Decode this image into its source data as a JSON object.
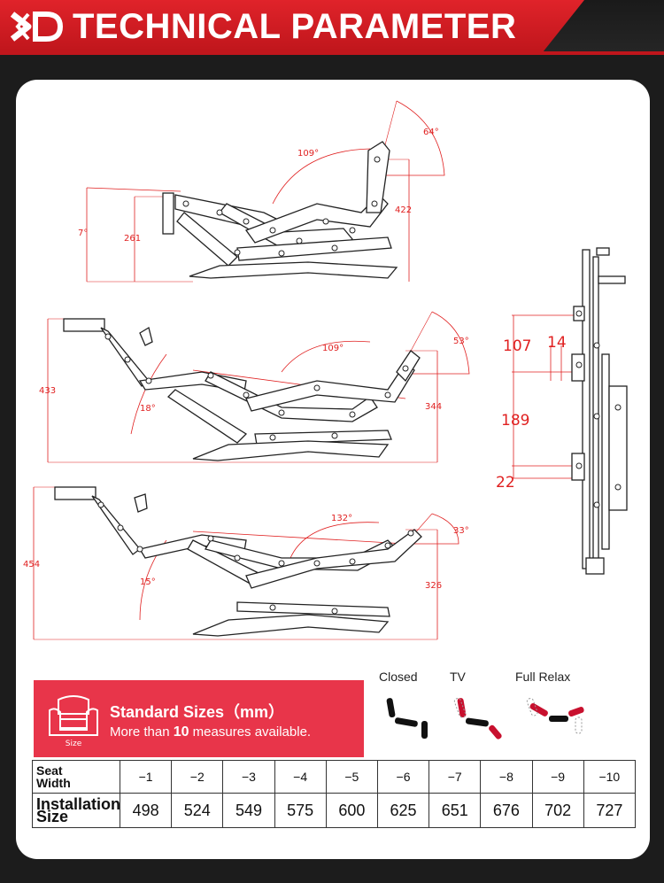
{
  "header": {
    "logo_text": "XD",
    "title": "TECHNICAL PARAMETER"
  },
  "diagram": {
    "mech1": {
      "angle_back": "109°",
      "angle_foot": "64°",
      "angle_tilt": "7°",
      "dim_left": "261",
      "dim_right": "422"
    },
    "mech2": {
      "angle_back": "109°",
      "angle_foot": "53°",
      "angle_tilt": "18°",
      "dim_left": "433",
      "dim_right": "344"
    },
    "mech3": {
      "angle_back": "132°",
      "angle_foot": "33°",
      "angle_tilt": "15°",
      "dim_left": "454",
      "dim_right": "326"
    },
    "side_view": {
      "dim_top": "107",
      "dim_offset": "14",
      "dim_mid": "189",
      "dim_bottom": "22"
    }
  },
  "banner": {
    "icon_label": "Size",
    "heading": "Standard Sizes（mm）",
    "sub_before": "More than ",
    "sub_number": "10",
    "sub_after": " measures available."
  },
  "positions": [
    "Closed",
    "TV",
    "Full Relax"
  ],
  "colors": {
    "accent": "#e8354a",
    "header_red": "#d61e25",
    "dimension": "#e02020"
  },
  "table": {
    "row1_label": [
      "Seat",
      "Width"
    ],
    "row2_label": [
      "Installation",
      "Size"
    ],
    "codes": [
      "−1",
      "−2",
      "−3",
      "−4",
      "−5",
      "−6",
      "−7",
      "−8",
      "−9",
      "−10"
    ],
    "sizes": [
      "498",
      "524",
      "549",
      "575",
      "600",
      "625",
      "651",
      "676",
      "702",
      "727"
    ]
  }
}
